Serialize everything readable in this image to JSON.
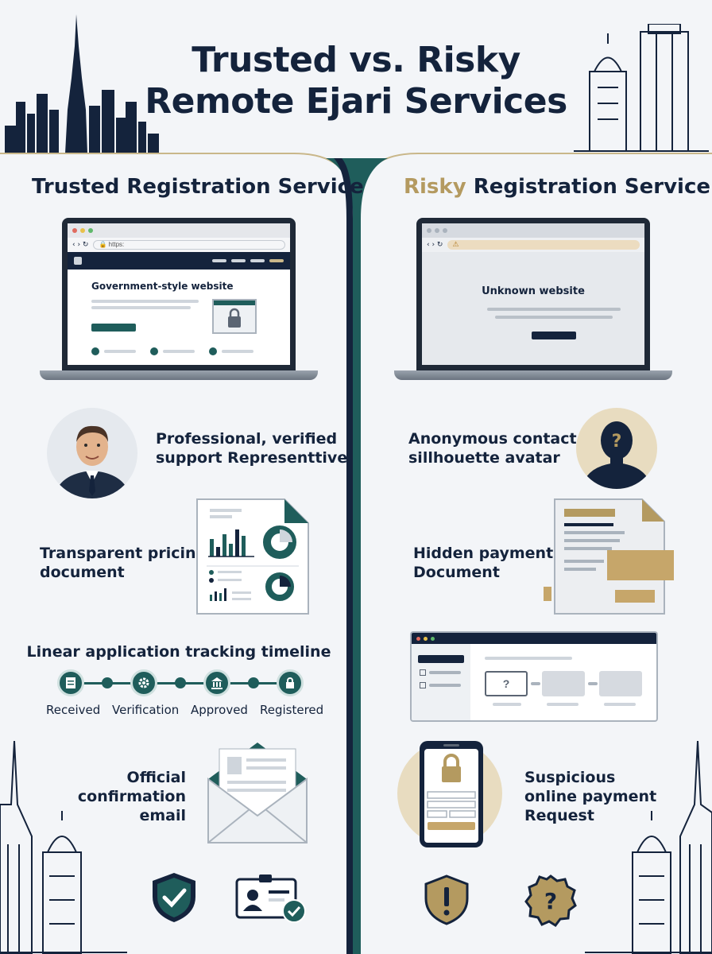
{
  "header": {
    "title_line1": "Trusted vs. Risky",
    "title_line2": "Remote Ejari Services"
  },
  "left": {
    "title": "Trusted Registration Service",
    "url": "https:",
    "site_label": "Government-style website",
    "rep_label_1": "Professional, verified",
    "rep_label_2": "support Representtive",
    "pricing_1": "Transparent pricing",
    "pricing_2": "document",
    "timeline_title": "Linear application tracking timeline",
    "timeline_steps": [
      "Received",
      "Verification",
      "Approved",
      "Registered"
    ],
    "email_1": "Official",
    "email_2": "confirmation",
    "email_3": "email"
  },
  "right": {
    "title_risky": "Risky",
    "title_rest": " Registration Service",
    "site_label": "Unknown website",
    "contact_1": "Anonymous contact",
    "contact_2": "sillhouette avatar",
    "hidden_1": "Hidden payment",
    "hidden_2": "Document",
    "question_mark": "?",
    "pay_1": "Suspicious",
    "pay_2": "online payment",
    "pay_3": "Request"
  },
  "colors": {
    "navy": "#14233c",
    "teal": "#1f5d5b",
    "gold": "#b49a60",
    "bg": "#f3f5f8"
  }
}
